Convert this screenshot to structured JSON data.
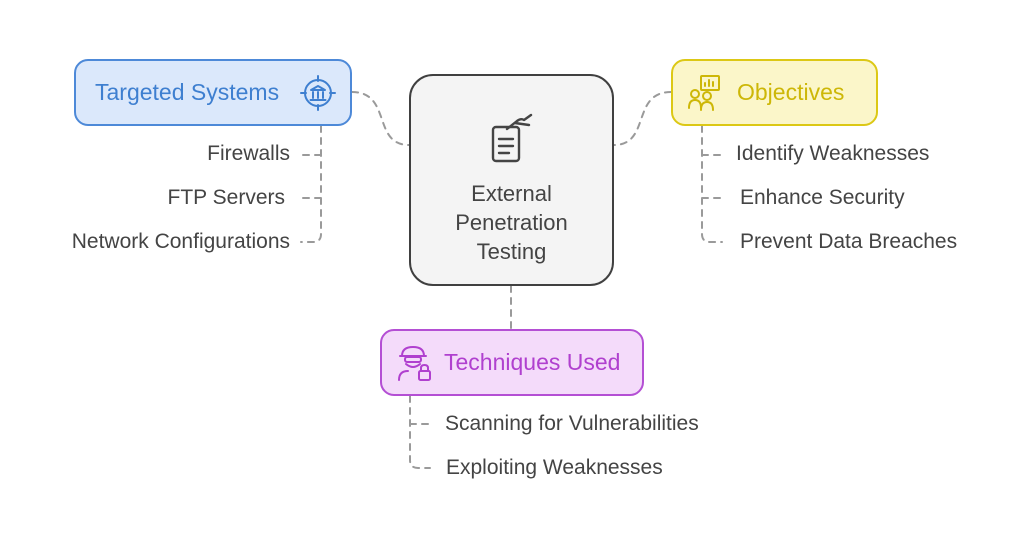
{
  "central": {
    "title_lines": [
      "External",
      "Penetration",
      "Testing"
    ],
    "icon": "clipboard-hand-icon"
  },
  "targeted_systems": {
    "label": "Targeted Systems",
    "icon": "target-bank-icon",
    "items": [
      "Firewalls",
      "FTP Servers",
      "Network Configurations"
    ]
  },
  "objectives": {
    "label": "Objectives",
    "icon": "person-chart-icon",
    "items": [
      "Identify Weaknesses",
      "Enhance Security",
      "Prevent Data Breaches"
    ]
  },
  "techniques_used": {
    "label": "Techniques Used",
    "icon": "hacker-lock-icon",
    "items": [
      "Scanning for Vulnerabilities",
      "Exploiting Weaknesses"
    ]
  },
  "colors": {
    "central_border": "#404040",
    "targeted_accent": "#4d89d8",
    "objectives_accent": "#dcc815",
    "techniques_accent": "#b44fd4",
    "connector": "#9a9a9a"
  }
}
